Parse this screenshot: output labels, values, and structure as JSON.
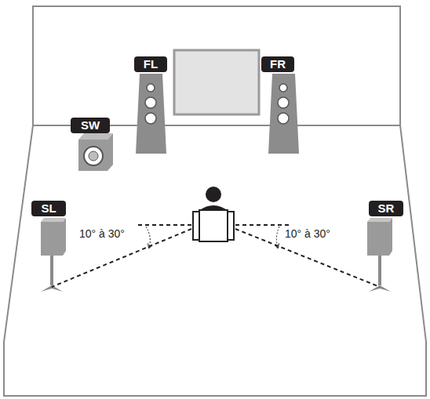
{
  "diagram": {
    "nodes": [
      {
        "text": [
          "FL"
        ]
      },
      {
        "text": [
          "FR"
        ]
      },
      {
        "text": [
          "SW"
        ]
      },
      {
        "text": [
          "SL"
        ]
      },
      {
        "text": [
          "SR"
        ]
      }
    ],
    "labels": [
      "10° à 30°",
      "10° à 30°"
    ]
  }
}
